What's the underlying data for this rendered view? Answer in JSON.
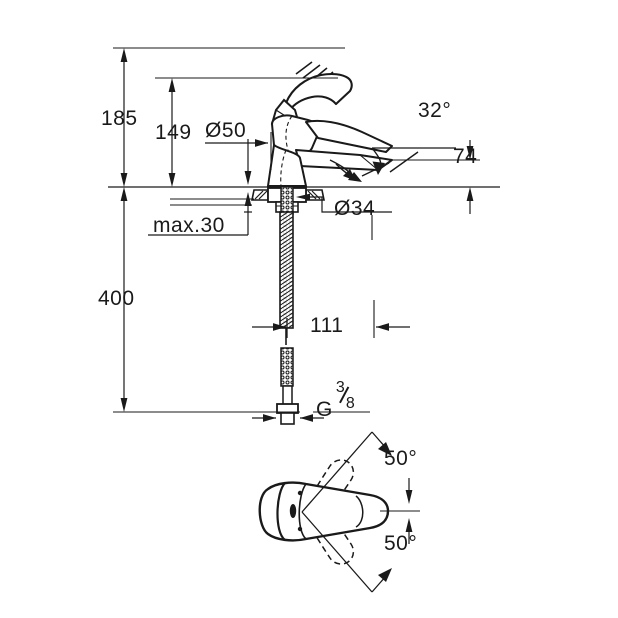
{
  "document": {
    "type": "technical-drawing",
    "subject": "single-lever basin mixer tap dimensional drawing",
    "background_color": "#ffffff",
    "line_color": "#1a1a1a",
    "views": [
      "side-elevation",
      "top-plan"
    ]
  },
  "dimensions": {
    "total_height": {
      "label": "185",
      "description": "overall height from deck to top of raised lever"
    },
    "spout_height": {
      "label": "149",
      "description": "height to top of spout body"
    },
    "base_diameter": {
      "label": "Ø50",
      "description": "diameter of the mixer base"
    },
    "deck_thickness": {
      "label": "max.30",
      "description": "maximum mounting deck thickness"
    },
    "hose_length": {
      "label": "400",
      "description": "length of flexible connection hoses below deck"
    },
    "washer_diameter": {
      "label": "Ø34",
      "description": "diameter of the mounting washer below deck"
    },
    "spout_angle": {
      "label": "32°",
      "description": "spout outlet angle"
    },
    "spout_reach_height": {
      "label": "74",
      "description": "height of the spout outlet above deck"
    },
    "spout_projection": {
      "label": "111",
      "description": "horizontal spout projection"
    },
    "thread_connection": {
      "label_prefix": "G",
      "numerator": "3",
      "denominator": "8",
      "label_full": "G 3/8",
      "description": "inlet thread size of the flexible hoses"
    },
    "swivel_left": {
      "label": "50°",
      "description": "lever swivel range to one side"
    },
    "swivel_right": {
      "label": "50°",
      "description": "lever swivel range to the other side"
    }
  }
}
